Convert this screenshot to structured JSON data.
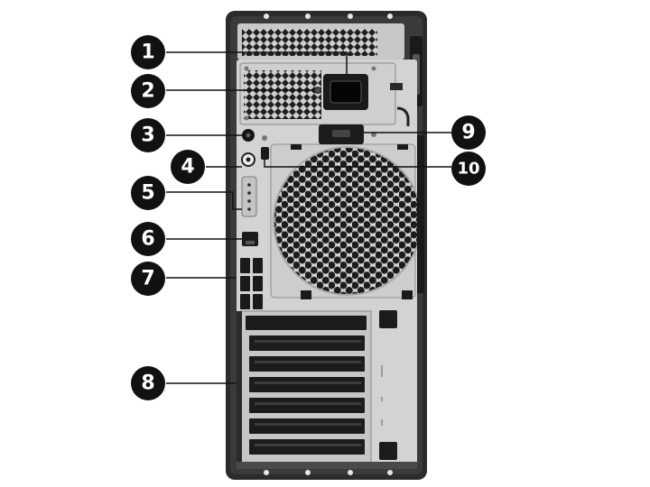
{
  "figure": {
    "kind": "workstation-rear-panel",
    "colors": {
      "chassis": "#2b2b2b",
      "panel": "#d3d3d3",
      "panel_dark": "#b9b9b9",
      "callout_fill": "#111111",
      "callout_text": "#ffffff",
      "leader": "#111111"
    }
  },
  "callouts": [
    {
      "label": "1",
      "target": "power-connector"
    },
    {
      "label": "2",
      "target": "power-supply-indicator"
    },
    {
      "label": "3",
      "target": "audio-port-1"
    },
    {
      "label": "4",
      "target": "audio-port-2"
    },
    {
      "label": "5",
      "target": "indicator-lights"
    },
    {
      "label": "6",
      "target": "network-jack"
    },
    {
      "label": "7",
      "target": "usb-ports"
    },
    {
      "label": "8",
      "target": "expansion-slot-covers"
    },
    {
      "label": "9",
      "target": "padlock-loop"
    },
    {
      "label": "10",
      "target": "security-cable-slot"
    }
  ]
}
